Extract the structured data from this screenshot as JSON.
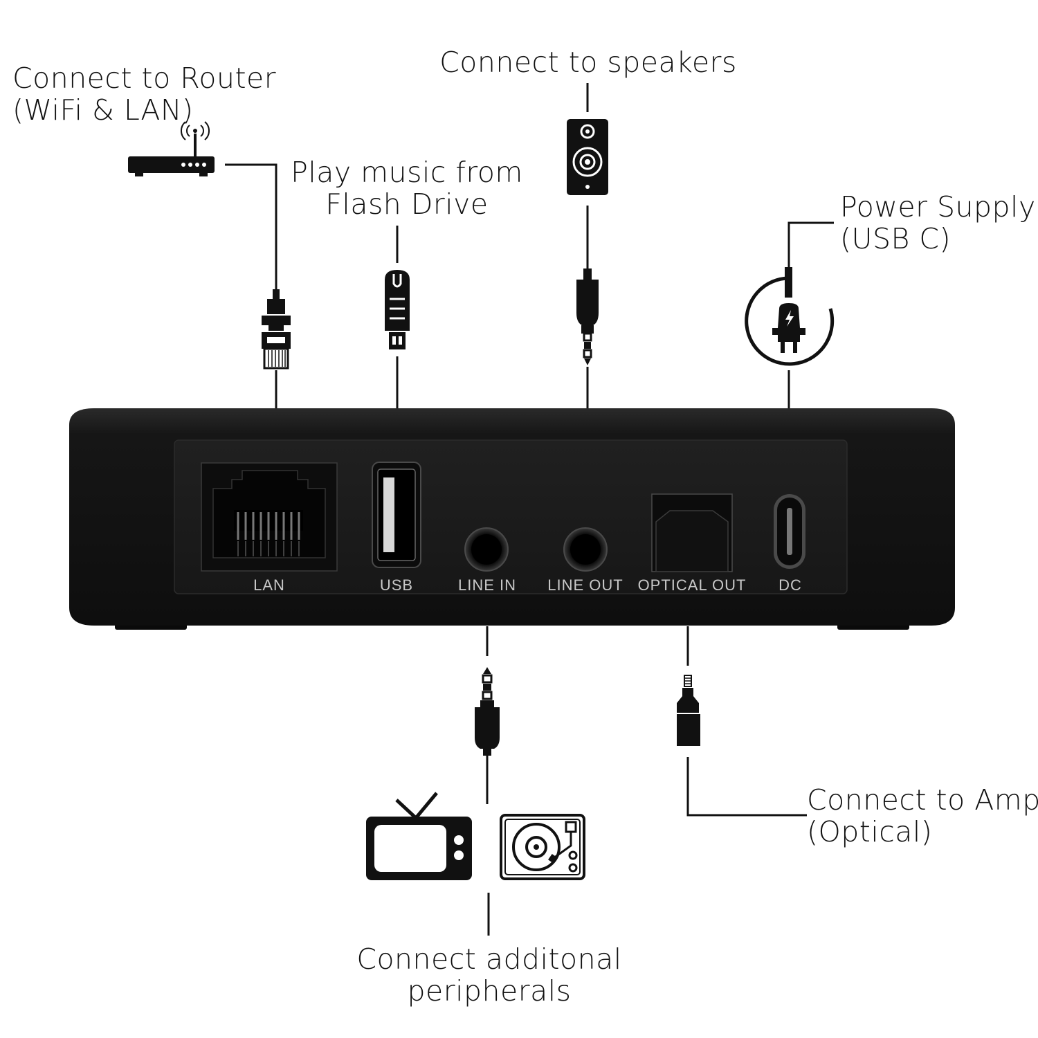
{
  "callouts": {
    "router": {
      "line1": "Connect to Router",
      "line2": "(WiFi & LAN)"
    },
    "flash": {
      "line1": "Play music from",
      "line2": "Flash Drive"
    },
    "speakers": {
      "line1": "Connect to speakers"
    },
    "power": {
      "line1": "Power Supply",
      "line2": "(USB C)"
    },
    "amp": {
      "line1": "Connect to Amp",
      "line2": "(Optical)"
    },
    "peripherals": {
      "line1": "Connect additonal",
      "line2": "peripherals"
    }
  },
  "ports": {
    "lan": "LAN",
    "usb": "USB",
    "line_in": "LINE IN",
    "line_out": "LINE OUT",
    "optical_out": "OPTICAL OUT",
    "dc": "DC"
  },
  "icons": {
    "router": "router-icon",
    "usb_plug": "usb-plug-icon",
    "ethernet_plug": "ethernet-plug-icon",
    "speaker": "speaker-icon",
    "aux_plug": "aux-plug-icon",
    "power_plug": "power-plug-icon",
    "optical_plug": "optical-plug-icon",
    "tv": "tv-icon",
    "turntable": "turntable-icon"
  },
  "colors": {
    "device": "#141414",
    "panel": "#1b1b1b",
    "ink": "#111111",
    "port_label": "#c9c9c9"
  }
}
